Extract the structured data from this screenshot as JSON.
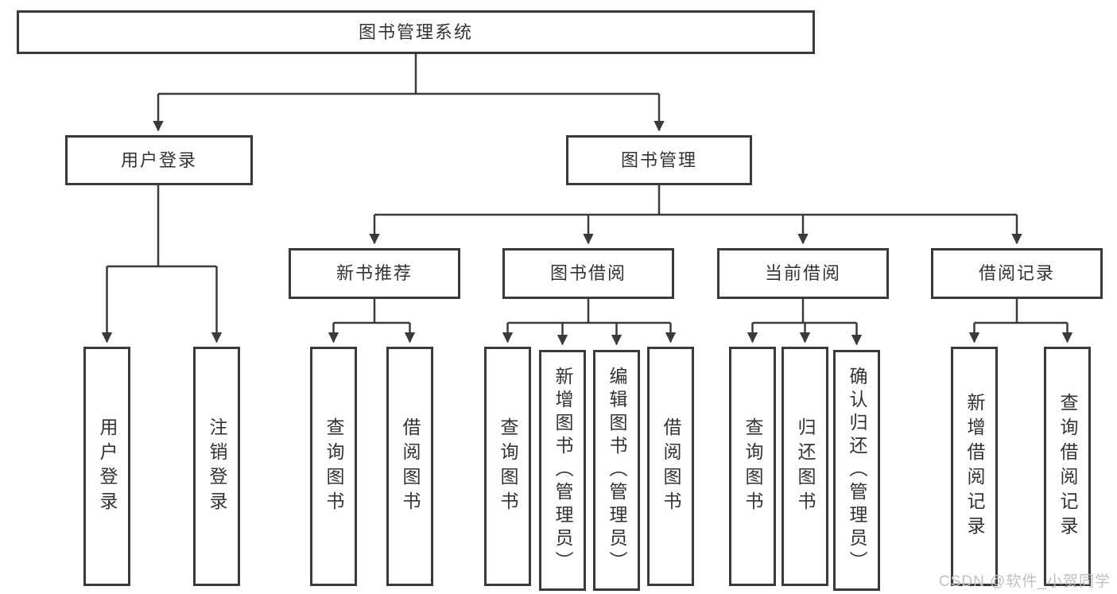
{
  "diagram": {
    "root": {
      "label": "图书管理系统",
      "children": [
        {
          "label": "用户登录",
          "children": [
            {
              "label": "用户登录"
            },
            {
              "label": "注销登录"
            }
          ]
        },
        {
          "label": "图书管理",
          "children": [
            {
              "label": "新书推荐",
              "children": [
                {
                  "label": "查询图书"
                },
                {
                  "label": "借阅图书"
                }
              ]
            },
            {
              "label": "图书借阅",
              "children": [
                {
                  "label": "查询图书"
                },
                {
                  "label": "新增图书（管理员）"
                },
                {
                  "label": "编辑图书（管理员）"
                },
                {
                  "label": "借阅图书"
                }
              ]
            },
            {
              "label": "当前借阅",
              "children": [
                {
                  "label": "查询图书"
                },
                {
                  "label": "归还图书"
                },
                {
                  "label": "确认归还（管理员）"
                }
              ]
            },
            {
              "label": "借阅记录",
              "children": [
                {
                  "label": "新增借阅记录"
                },
                {
                  "label": "查询借阅记录"
                }
              ]
            }
          ]
        }
      ]
    }
  },
  "watermark": "CSDN @软件_小贺同学",
  "colors": {
    "line": "#3a3a3a",
    "text": "#333333",
    "box_background": "#ffffff",
    "page_background": "#ffffff",
    "watermark": "#c0c0c0"
  }
}
